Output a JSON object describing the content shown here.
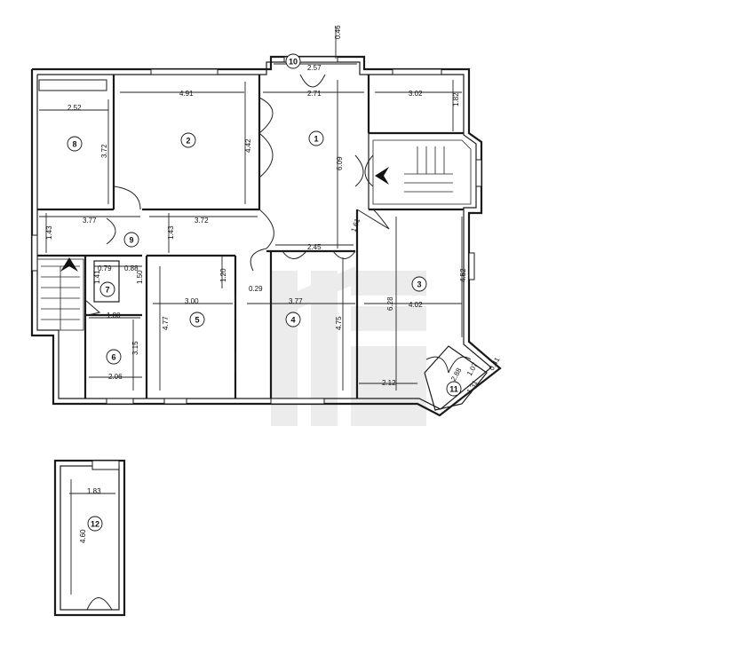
{
  "rooms": [
    {
      "id": "1",
      "label": "1"
    },
    {
      "id": "2",
      "label": "2"
    },
    {
      "id": "3",
      "label": "3"
    },
    {
      "id": "4",
      "label": "4"
    },
    {
      "id": "5",
      "label": "5"
    },
    {
      "id": "6",
      "label": "6"
    },
    {
      "id": "7",
      "label": "7"
    },
    {
      "id": "8",
      "label": "8"
    },
    {
      "id": "9",
      "label": "9"
    },
    {
      "id": "10",
      "label": "10"
    },
    {
      "id": "11",
      "label": "11"
    },
    {
      "id": "12",
      "label": "12"
    }
  ],
  "dimensions": {
    "d_0_46": "0.46",
    "d_2_57": "2.57",
    "d_2_71": "2.71",
    "d_4_91": "4.91",
    "d_3_02": "3.02",
    "d_1_82": "1.82",
    "d_2_52": "2.52",
    "d_3_72_v": "3.72",
    "d_4_42": "4.42",
    "d_6_09": "6.09",
    "d_3_77_top": "3.77",
    "d_3_72_h": "3.72",
    "d_1_43_left": "1.43",
    "d_1_43_mid": "1.43",
    "d_2_45": "2.45",
    "d_1_61": "1.61",
    "d_0_79": "0.79",
    "d_0_88": "0.88",
    "d_1_41": "1.41",
    "d_1_50": "1.50",
    "d_1_20": "1.20",
    "d_0_29": "0.29",
    "d_3_00": "3.00",
    "d_3_77_mid": "3.77",
    "d_4_52": "4.52",
    "d_4_02": "4.02",
    "d_6_28": "6.28",
    "d_1_80": "1.80",
    "d_4_77": "4.77",
    "d_4_75": "4.75",
    "d_3_15": "3.15",
    "d_2_06": "2.06",
    "d_2_12": "2.12",
    "d_2_88": "2.88",
    "d_1_07": "1.07",
    "d_0_41": "0.41",
    "d_1_31": "1.31",
    "d_1_83": "1.83",
    "d_4_60": "4.60"
  },
  "icons": {
    "north_arrow": "north-arrow-icon",
    "stairs": "stairs-icon",
    "door": "door-swing-icon",
    "watermark": "watermark-logo-icon"
  },
  "colors": {
    "line": "#1a1a1a",
    "background": "#ffffff",
    "watermark": "#ececec"
  }
}
